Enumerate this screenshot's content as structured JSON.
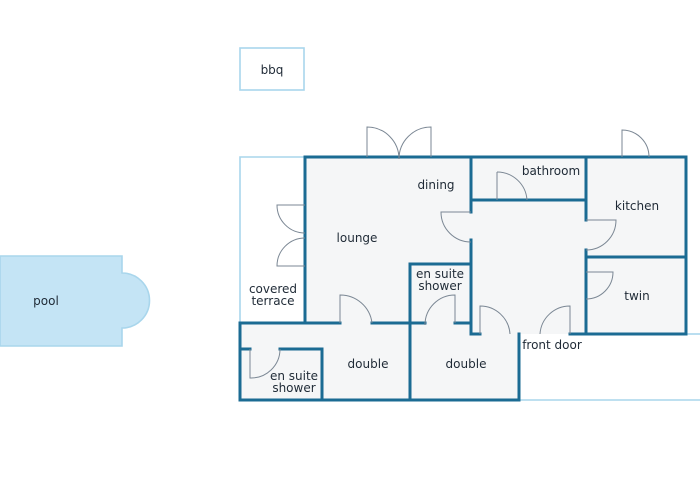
{
  "labels": {
    "bbq": "bbq",
    "pool": "pool",
    "dining": "dining",
    "bathroom": "bathroom",
    "kitchen": "kitchen",
    "lounge": "lounge",
    "covered_terrace_1": "covered",
    "covered_terrace_2": "terrace",
    "ensuite_upper_1": "en suite",
    "ensuite_upper_2": "shower",
    "twin": "twin",
    "front_door": "front door",
    "double_left": "double",
    "double_right": "double",
    "ensuite_lower_1": "en suite",
    "ensuite_lower_2": "shower"
  },
  "colors": {
    "wall": "#1b6b93",
    "outdoor_outline": "#a9d6ec",
    "pool_fill": "#c4e4f5",
    "floor": "#f5f6f7",
    "door": "#7b8794"
  }
}
